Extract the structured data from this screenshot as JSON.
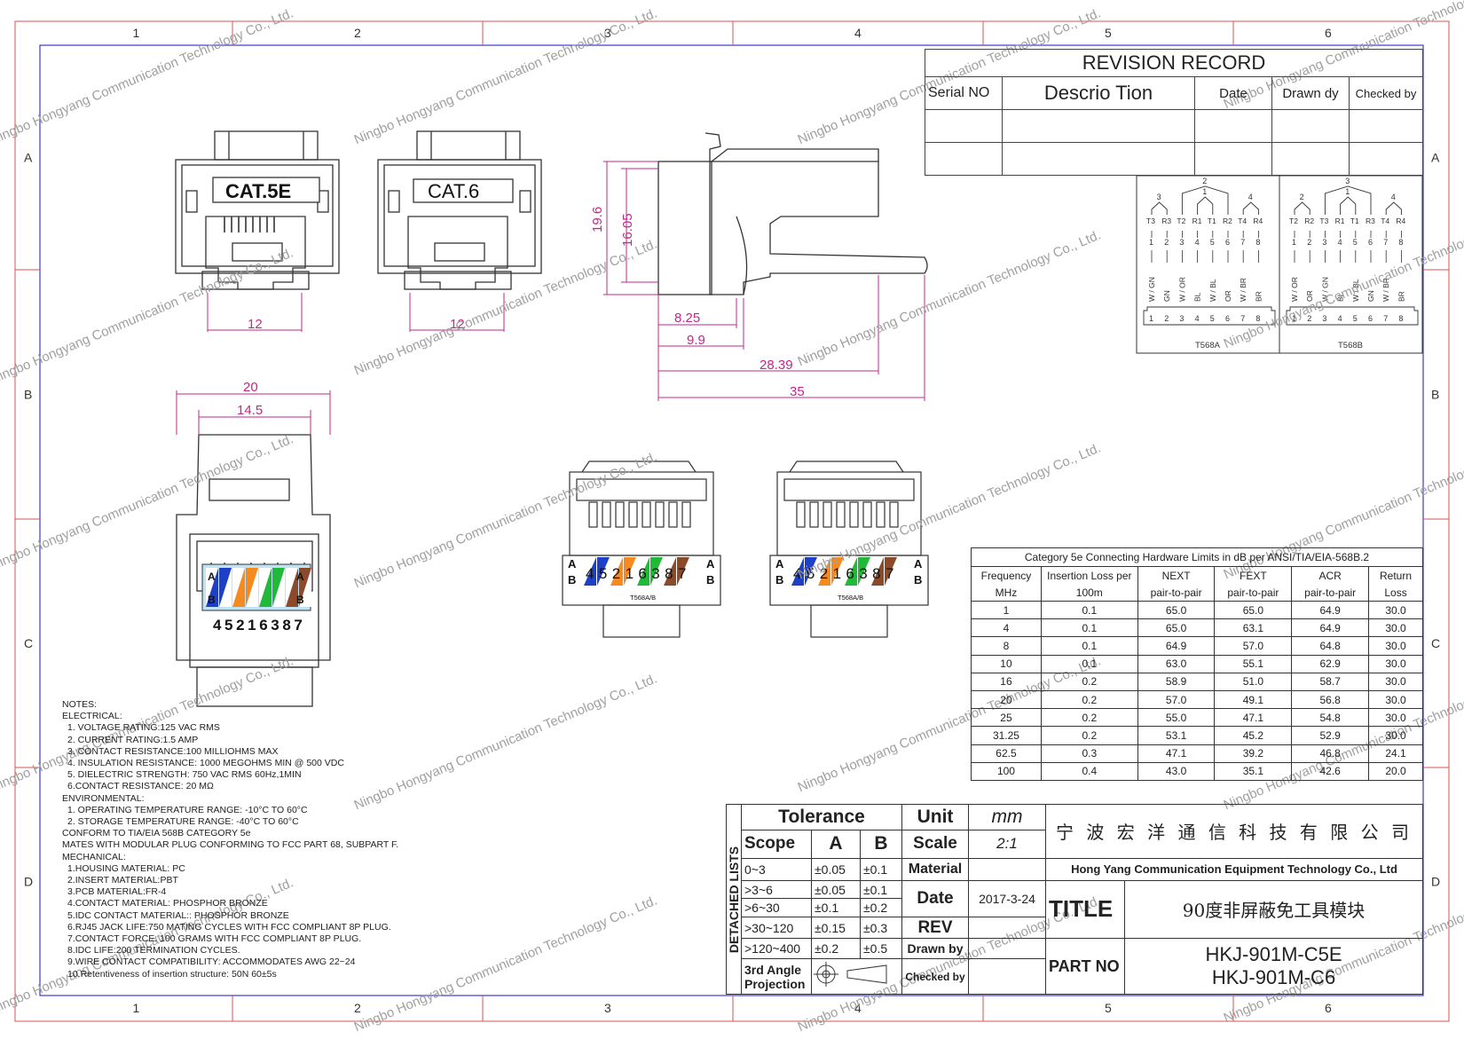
{
  "grid": {
    "columns": [
      "1",
      "2",
      "3",
      "4",
      "5",
      "6"
    ],
    "rows": [
      "A",
      "B",
      "C",
      "D"
    ]
  },
  "watermark": "Ningbo Hongyang Communication Technology Co., Ltd.",
  "revision": {
    "title": "REVISION RECORD",
    "headers": [
      "Serial NO",
      "Descrio Tion",
      "Date",
      "Drawn dy",
      "Checked by"
    ]
  },
  "views": {
    "front_5e_label": "CAT.5E",
    "front_6_label": "CAT.6",
    "dims": {
      "w12a": "12",
      "w12b": "12",
      "h19_6": "19.6",
      "h16_05": "16.05",
      "d8_25": "8.25",
      "d9_9": "9.9",
      "d28_39": "28.39",
      "d35": "35",
      "w20": "20",
      "w14_5": "14.5"
    },
    "rear_row_a": "A",
    "rear_row_b": "B",
    "rear_digits": "45216387",
    "term_a": "A",
    "term_b": "B",
    "term_digits": "45216387",
    "term_code": "T568A/B"
  },
  "wiring": {
    "t568a": {
      "label": "T568A",
      "pairs": [
        "3",
        "2",
        "1",
        "4"
      ],
      "pair_labels": [
        "T3",
        "R3",
        "T2",
        "R1",
        "T1",
        "R2",
        "T4",
        "R4"
      ],
      "colors": [
        "W / GN",
        "GN",
        "W / OR",
        "BL",
        "W / BL",
        "OR",
        "W / BR",
        "BR"
      ],
      "pins": [
        "1",
        "2",
        "3",
        "4",
        "5",
        "6",
        "7",
        "8"
      ]
    },
    "t568b": {
      "label": "T568B",
      "pairs": [
        "2",
        "3",
        "1",
        "4"
      ],
      "pair_labels": [
        "T2",
        "R2",
        "T3",
        "R1",
        "T1",
        "R3",
        "T4",
        "R4"
      ],
      "colors": [
        "W / OR",
        "OR",
        "W / GN",
        "BL",
        "W / BL",
        "GN",
        "W / BR",
        "BR"
      ],
      "pins": [
        "1",
        "2",
        "3",
        "4",
        "5",
        "6",
        "7",
        "8"
      ]
    }
  },
  "limits_table": {
    "title": "Category 5e Connecting Hardware Limits in dB per ANSI/TIA/EIA-568B.2",
    "headers": [
      [
        "Frequency",
        "MHz"
      ],
      [
        "Insertion Loss per",
        "100m"
      ],
      [
        "NEXT",
        "pair-to-pair"
      ],
      [
        "FEXT",
        "pair-to-pair"
      ],
      [
        "ACR",
        "pair-to-pair"
      ],
      [
        "Return",
        "Loss"
      ]
    ],
    "rows": [
      [
        "1",
        "0.1",
        "65.0",
        "65.0",
        "64.9",
        "30.0"
      ],
      [
        "4",
        "0.1",
        "65.0",
        "63.1",
        "64.9",
        "30.0"
      ],
      [
        "8",
        "0.1",
        "64.9",
        "57.0",
        "64.8",
        "30.0"
      ],
      [
        "10",
        "0.1",
        "63.0",
        "55.1",
        "62.9",
        "30.0"
      ],
      [
        "16",
        "0.2",
        "58.9",
        "51.0",
        "58.7",
        "30.0"
      ],
      [
        "20",
        "0.2",
        "57.0",
        "49.1",
        "56.8",
        "30.0"
      ],
      [
        "25",
        "0.2",
        "55.0",
        "47.1",
        "54.8",
        "30.0"
      ],
      [
        "31.25",
        "0.2",
        "53.1",
        "45.2",
        "52.9",
        "30.0"
      ],
      [
        "62.5",
        "0.3",
        "47.1",
        "39.2",
        "46.8",
        "24.1"
      ],
      [
        "100",
        "0.4",
        "43.0",
        "35.1",
        "42.6",
        "20.0"
      ]
    ]
  },
  "notes": {
    "heading": "NOTES:",
    "lines": [
      {
        "text": "ELECTRICAL:",
        "ind": false
      },
      {
        "text": "1. VOLTAGE RATING:125 VAC RMS",
        "ind": true
      },
      {
        "text": "2. CURRENT RATING:1.5 AMP",
        "ind": true
      },
      {
        "text": "3. CONTACT RESISTANCE:100 MILLIOHMS MAX",
        "ind": true
      },
      {
        "text": "4. INSULATION RESISTANCE: 1000 MEGOHMS MIN @ 500 VDC",
        "ind": true
      },
      {
        "text": "5. DIELECTRIC STRENGTH: 750 VAC RMS 60Hz,1MIN",
        "ind": true
      },
      {
        "text": "6.CONTACT RESISTANCE: 20 MΩ",
        "ind": true
      },
      {
        "text": "ENVIRONMENTAL:",
        "ind": false
      },
      {
        "text": "1. OPERATING TEMPERATURE RANGE: -10°C TO 60°C",
        "ind": true
      },
      {
        "text": "2. STORAGE TEMPERATURE RANGE: -40°C TO 60°C",
        "ind": true
      },
      {
        "text": "CONFORM TO TIA/EIA 568B CATEGORY 5e",
        "ind": false
      },
      {
        "text": "MATES WITH MODULAR PLUG CONFORMING TO FCC PART 68, SUBPART F.",
        "ind": false
      },
      {
        "text": "MECHANICAL:",
        "ind": false
      },
      {
        "text": "1.HOUSING MATERIAL: PC",
        "ind": true
      },
      {
        "text": "2.INSERT MATERIAL:PBT",
        "ind": true
      },
      {
        "text": "3.PCB MATERIAL:FR-4",
        "ind": true
      },
      {
        "text": "4.CONTACT MATERIAL: PHOSPHOR BRONZE",
        "ind": true
      },
      {
        "text": "5.IDC CONTACT MATERIAL:: PHOSPHOR BRONZE",
        "ind": true
      },
      {
        "text": "6.RJ45 JACK LIFE:750 MATING CYCLES WITH FCC COMPLIANT 8P PLUG.",
        "ind": true
      },
      {
        "text": "7.CONTACT FORCE: 100 GRAMS WITH FCC COMPLIANT 8P PLUG.",
        "ind": true
      },
      {
        "text": "8.IDC LIFE:200 TERMINATION CYCLES.",
        "ind": true
      },
      {
        "text": "9.WIRE CONTACT COMPATIBILITY: ACCOMMODATES AWG 22~24",
        "ind": true
      },
      {
        "text": "10.Retentiveness of insertion structure: 50N 60±5s",
        "ind": true
      }
    ]
  },
  "title_block": {
    "side_label": "DETACHED LISTS",
    "tolerance": "Tolerance",
    "scope": "Scope",
    "col_a": "A",
    "col_b": "B",
    "tol_rows": [
      [
        "0~3",
        "±0.05",
        "±0.1"
      ],
      [
        ">3~6",
        "±0.05",
        "±0.1"
      ],
      [
        ">6~30",
        "±0.1",
        "±0.2"
      ],
      [
        ">30~120",
        "±0.15",
        "±0.3"
      ],
      [
        ">120~400",
        "±0.2",
        "±0.5"
      ]
    ],
    "projection": "3rd Angle Projection",
    "unit_label": "Unit",
    "unit_value": "mm",
    "scale_label": "Scale",
    "scale_value": "2:1",
    "material_label": "Material",
    "material_value": "",
    "date_label": "Date",
    "date_value": "2017-3-24",
    "rev_label": "REV",
    "drawn_label": "Drawn by",
    "checked_label": "Checked by",
    "company_cn": "宁 波 宏 洋 通 信 科 技 有 限 公 司",
    "company_en": "Hong Yang Communication Equipment Technology Co., Ltd",
    "title_label": "TITLE",
    "title_value": "90度非屏蔽免工具模块",
    "part_label": "PART NO",
    "part_numbers": [
      "HKJ-901M-C5E",
      "HKJ-901M-C6"
    ]
  }
}
